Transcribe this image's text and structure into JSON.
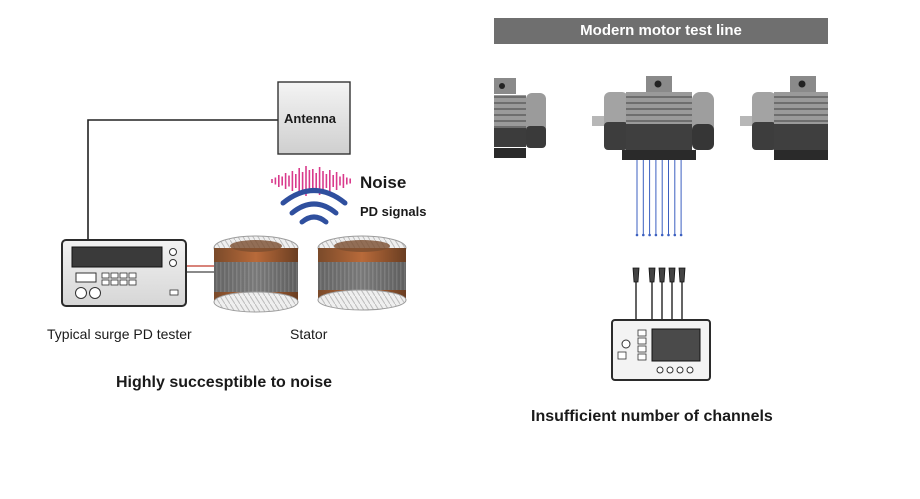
{
  "left_panel": {
    "antenna_label": "Antenna",
    "noise_label": "Noise",
    "pd_signals_label": "PD signals",
    "tester_label": "Typical surge PD tester",
    "stator_label": "Stator",
    "caption": "Highly succesptible to noise"
  },
  "right_panel": {
    "banner_title": "Modern motor test line",
    "caption": "Insufficient number of channels"
  },
  "colors": {
    "noise_wave": "#d93a8c",
    "pd_signal": "#2f4f9e",
    "cable": "#222222",
    "probe_line": "#3b5fc0",
    "banner": "#6f6f6f"
  }
}
